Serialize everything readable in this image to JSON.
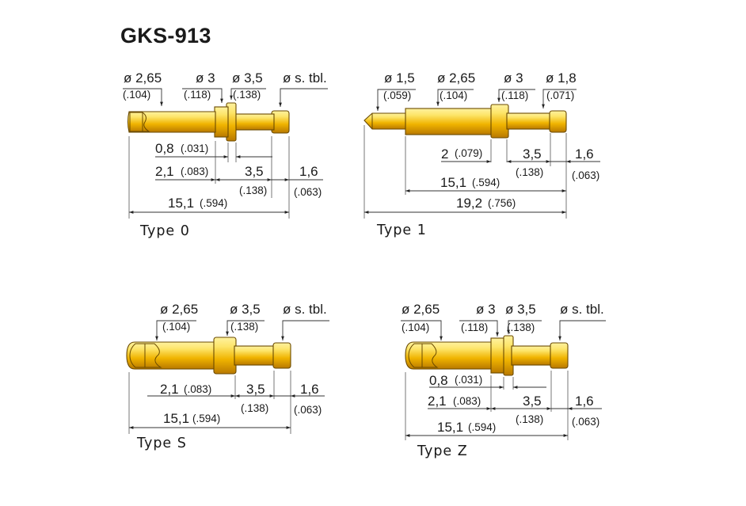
{
  "title": "GKS-913",
  "colors": {
    "gold_light": "#fde56a",
    "gold_mid": "#f0b400",
    "gold_dark": "#b87800",
    "outline": "#6a4a00"
  },
  "type0": {
    "label": "Type 0",
    "d1": {
      "main": "ø 2,65",
      "sub": "(.104)"
    },
    "d2": {
      "main": "ø 3",
      "sub": "(.118)"
    },
    "d3": {
      "main": "ø 3,5",
      "sub": "(.138)"
    },
    "d4": {
      "main": "ø s. tbl."
    },
    "l1": {
      "main": "0,8",
      "sub": "(.031)"
    },
    "l2": {
      "main": "2,1",
      "sub": "(.083)"
    },
    "l3": {
      "main": "3,5",
      "sub": "(.138)"
    },
    "l4": {
      "main": "1,6",
      "sub": "(.063)"
    },
    "l5": {
      "main": "15,1",
      "sub": "(.594)"
    }
  },
  "type1": {
    "label": "Type 1",
    "d1": {
      "main": "ø 1,5",
      "sub": "(.059)"
    },
    "d2": {
      "main": "ø 2,65",
      "sub": "(.104)"
    },
    "d3": {
      "main": "ø 3",
      "sub": "(.118)"
    },
    "d4": {
      "main": "ø 1,8",
      "sub": "(.071)"
    },
    "l1": {
      "main": "2",
      "sub": "(.079)"
    },
    "l2": {
      "main": "3,5",
      "sub": "(.138)"
    },
    "l3": {
      "main": "1,6",
      "sub": "(.063)"
    },
    "l4": {
      "main": "15,1",
      "sub": "(.594)"
    },
    "l5": {
      "main": "19,2",
      "sub": "(.756)"
    }
  },
  "typeS": {
    "label": "Type S",
    "d1": {
      "main": "ø 2,65",
      "sub": "(.104)"
    },
    "d2": {
      "main": "ø 3,5",
      "sub": "(.138)"
    },
    "d3": {
      "main": "ø s. tbl."
    },
    "l1": {
      "main": "2,1",
      "sub": "(.083)"
    },
    "l2": {
      "main": "3,5",
      "sub": "(.138)"
    },
    "l3": {
      "main": "1,6",
      "sub": "(.063)"
    },
    "l4": {
      "main": "15,1",
      "sub": "(.594)"
    }
  },
  "typeZ": {
    "label": "Type Z",
    "d1": {
      "main": "ø 2,65",
      "sub": "(.104)"
    },
    "d2": {
      "main": "ø 3",
      "sub": "(.118)"
    },
    "d3": {
      "main": "ø 3,5",
      "sub": "(.138)"
    },
    "d4": {
      "main": "ø s. tbl."
    },
    "l1": {
      "main": "0,8",
      "sub": "(.031)"
    },
    "l2": {
      "main": "2,1",
      "sub": "(.083)"
    },
    "l3": {
      "main": "3,5",
      "sub": "(.138)"
    },
    "l4": {
      "main": "1,6",
      "sub": "(.063)"
    },
    "l5": {
      "main": "15,1",
      "sub": "(.594)"
    }
  }
}
